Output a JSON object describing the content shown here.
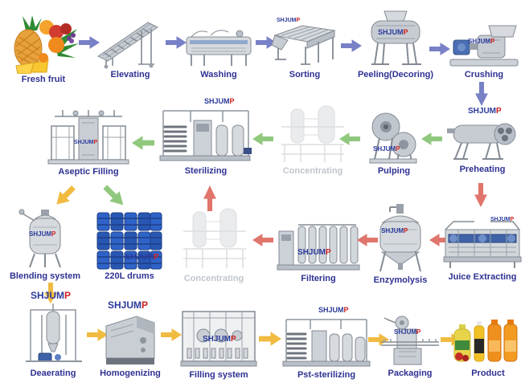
{
  "brand": {
    "name": "SHJUMP",
    "name_blue": "SHJUM",
    "name_red": "P"
  },
  "colors": {
    "label": "#2e3192",
    "label_faded": "#c0c5cc",
    "arrow_blue": "#7880c6",
    "arrow_green": "#90c87e",
    "arrow_red": "#e0756c",
    "arrow_yellow": "#f1bb41",
    "drum_blue": "#2f63c9"
  },
  "steps": [
    {
      "id": "fresh-fruit",
      "label": "Fresh fruit"
    },
    {
      "id": "elevating",
      "label": "Elevating"
    },
    {
      "id": "washing",
      "label": "Washing"
    },
    {
      "id": "sorting",
      "label": "Sorting"
    },
    {
      "id": "peeling",
      "label": "Peeling(Decoring)"
    },
    {
      "id": "crushing",
      "label": "Crushing"
    },
    {
      "id": "preheating",
      "label": "Preheating"
    },
    {
      "id": "pulping",
      "label": "Pulping"
    },
    {
      "id": "concentrating-top",
      "label": "Concentrating",
      "faded": true
    },
    {
      "id": "sterilizing",
      "label": "Sterilizing"
    },
    {
      "id": "aseptic-filling",
      "label": "Aseptic Filling"
    },
    {
      "id": "blending-system",
      "label": "Blending system"
    },
    {
      "id": "drums-220l",
      "label": "220L drums"
    },
    {
      "id": "concentrating-bottom",
      "label": "Concentrating",
      "faded": true
    },
    {
      "id": "filtering",
      "label": "Filtering"
    },
    {
      "id": "enzymolysis",
      "label": "Enzymolysis"
    },
    {
      "id": "juice-extracting",
      "label": "Juice Extracting"
    },
    {
      "id": "deaerating",
      "label": "Deaerating"
    },
    {
      "id": "homogenizing",
      "label": "Homogenizing"
    },
    {
      "id": "filling-system",
      "label": "Filling system"
    },
    {
      "id": "pst-sterilizing",
      "label": "Pst-sterilizing"
    },
    {
      "id": "packaging",
      "label": "Packaging"
    },
    {
      "id": "product",
      "label": "Product"
    }
  ],
  "flow": [
    {
      "from": "fresh-fruit",
      "to": "elevating",
      "color": "blue",
      "direction": "right"
    },
    {
      "from": "elevating",
      "to": "washing",
      "color": "blue",
      "direction": "right"
    },
    {
      "from": "washing",
      "to": "sorting",
      "color": "blue",
      "direction": "right"
    },
    {
      "from": "sorting",
      "to": "peeling",
      "color": "blue",
      "direction": "right"
    },
    {
      "from": "peeling",
      "to": "crushing",
      "color": "blue",
      "direction": "right"
    },
    {
      "from": "crushing",
      "to": "preheating",
      "color": "blue",
      "direction": "down"
    },
    {
      "from": "preheating",
      "to": "pulping",
      "color": "green",
      "direction": "left"
    },
    {
      "from": "pulping",
      "to": "concentrating-top",
      "color": "green",
      "direction": "left"
    },
    {
      "from": "concentrating-top",
      "to": "sterilizing",
      "color": "green",
      "direction": "left"
    },
    {
      "from": "sterilizing",
      "to": "aseptic-filling",
      "color": "green",
      "direction": "left"
    },
    {
      "from": "aseptic-filling",
      "to": "blending-system",
      "color": "yellow",
      "direction": "down-left"
    },
    {
      "from": "aseptic-filling",
      "to": "drums-220l",
      "color": "green",
      "direction": "down-right"
    },
    {
      "from": "concentrating-bottom",
      "to": "sterilizing",
      "color": "red",
      "direction": "up"
    },
    {
      "from": "preheating",
      "to": "juice-extracting",
      "color": "red",
      "direction": "down"
    },
    {
      "from": "juice-extracting",
      "to": "enzymolysis",
      "color": "red",
      "direction": "left"
    },
    {
      "from": "enzymolysis",
      "to": "filtering",
      "color": "red",
      "direction": "left"
    },
    {
      "from": "filtering",
      "to": "concentrating-bottom",
      "color": "red",
      "direction": "left"
    },
    {
      "from": "blending-system",
      "to": "deaerating",
      "color": "yellow",
      "direction": "down"
    },
    {
      "from": "deaerating",
      "to": "homogenizing",
      "color": "yellow",
      "direction": "right"
    },
    {
      "from": "homogenizing",
      "to": "filling-system",
      "color": "yellow",
      "direction": "right"
    },
    {
      "from": "filling-system",
      "to": "pst-sterilizing",
      "color": "yellow",
      "direction": "right"
    },
    {
      "from": "pst-sterilizing",
      "to": "packaging",
      "color": "yellow",
      "direction": "right"
    },
    {
      "from": "packaging",
      "to": "product",
      "color": "yellow",
      "direction": "right"
    }
  ]
}
